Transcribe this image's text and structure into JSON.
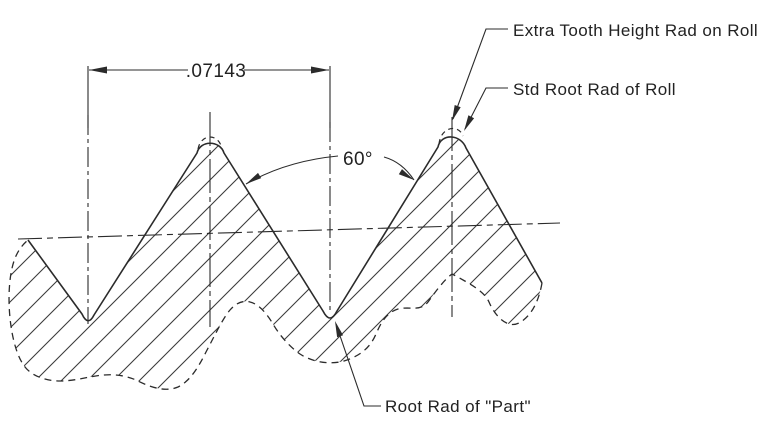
{
  "labels": {
    "extra_tooth_height": "Extra Tooth Height Rad on Roll",
    "std_root_rad": "Std Root Rad of Roll",
    "root_rad_part": "Root Rad of \"Part\"",
    "pitch_dimension": ".07143",
    "thread_angle": "60°"
  },
  "colors": {
    "line": "#2b2b2b",
    "background": "#ffffff"
  }
}
